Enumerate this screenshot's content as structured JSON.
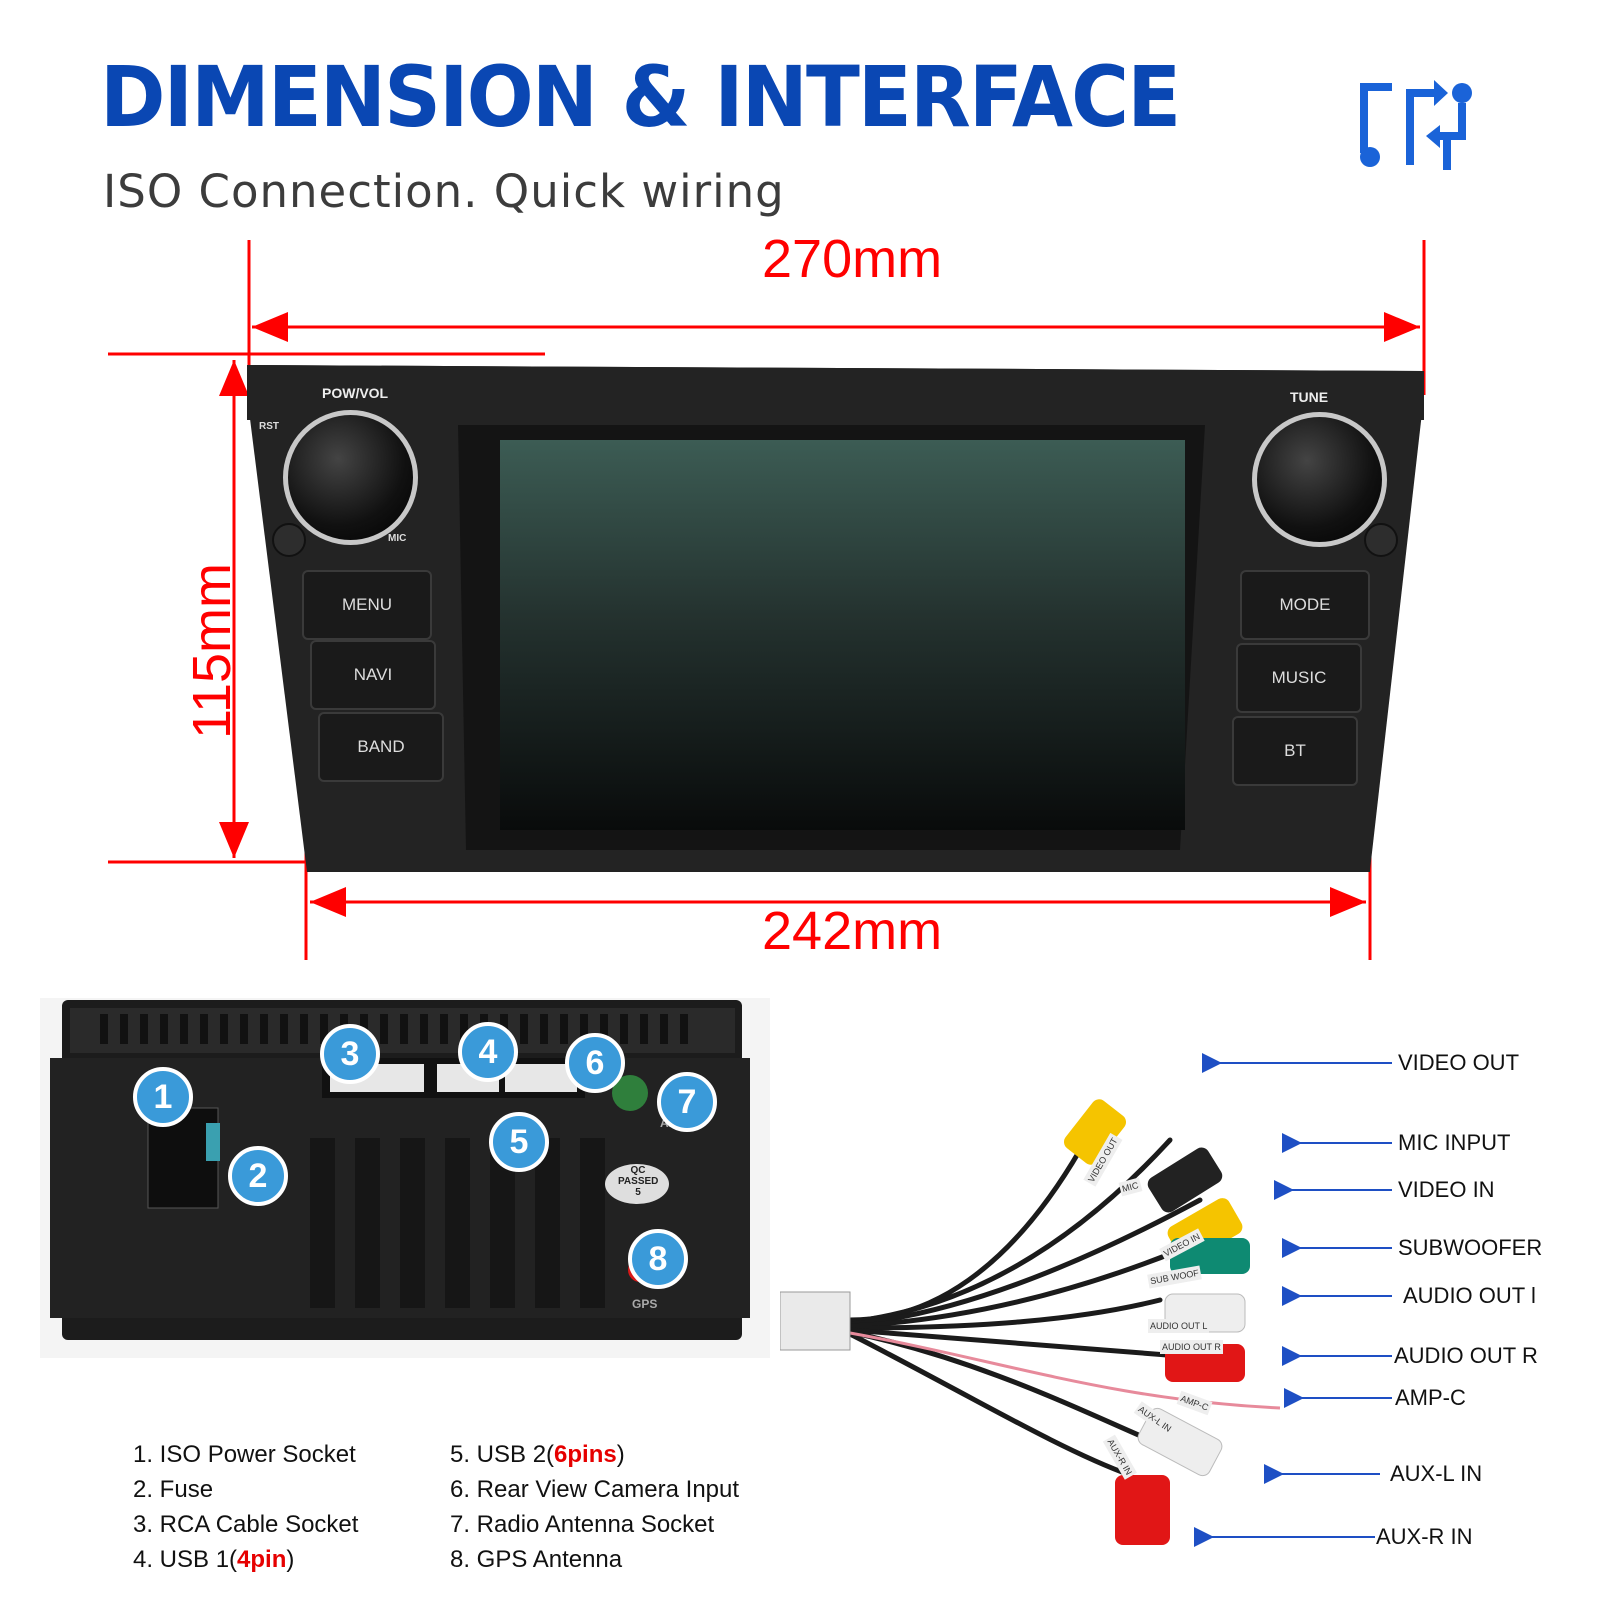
{
  "title": "DIMENSION & INTERFACE",
  "subtitle": "ISO Connection. Quick wiring",
  "dimensions": {
    "top_width": "270mm",
    "bottom_width": "242mm",
    "height": "115mm"
  },
  "front_panel": {
    "pow_vol": "POW/VOL",
    "rst": "RST",
    "mic": "MIC",
    "tune": "TUNE",
    "left_buttons": [
      "MENU",
      "NAVI",
      "BAND"
    ],
    "right_buttons": [
      "MODE",
      "MUSIC",
      "BT"
    ]
  },
  "rear_panel": {
    "badges": [
      "1",
      "2",
      "3",
      "4",
      "5",
      "6",
      "7",
      "8"
    ],
    "qc_sticker": {
      "line1": "QC",
      "line2": "PASSED",
      "line3": "5"
    },
    "ant_label": "ANT",
    "gps_label": "GPS"
  },
  "legend": {
    "col1": [
      {
        "text": "1. ISO Power Socket",
        "highlight": "",
        "suffix": ""
      },
      {
        "text": "2. Fuse",
        "highlight": "",
        "suffix": ""
      },
      {
        "text": "3. RCA Cable Socket",
        "highlight": "",
        "suffix": ""
      },
      {
        "text": "4. USB 1(",
        "highlight": "4pin",
        "suffix": ")"
      }
    ],
    "col2": [
      {
        "text": "5. USB 2(",
        "highlight": "6pins",
        "suffix": ")"
      },
      {
        "text": "6. Rear View Camera Input",
        "highlight": "",
        "suffix": ""
      },
      {
        "text": "7. Radio Antenna Socket",
        "highlight": "",
        "suffix": ""
      },
      {
        "text": "8. GPS Antenna",
        "highlight": "",
        "suffix": ""
      }
    ]
  },
  "cable_labels": [
    "VIDEO OUT",
    "MIC INPUT",
    "VIDEO IN",
    "SUBWOOFER",
    "AUDIO OUT l",
    "AUDIO OUT R",
    "AMP-C",
    "AUX-L IN",
    "AUX-R IN"
  ],
  "cable_tags": [
    "VIDEO OUT",
    "MIC",
    "VIDEO IN",
    "SUB WOOF",
    "AUDIO OUT L",
    "AUDIO OUT R",
    "AMP-C",
    "AUX-L IN",
    "AUX-R IN"
  ],
  "colors": {
    "title_blue": "#0a47b3",
    "dimension_red": "#ff0000",
    "badge_blue": "#3a9ad9",
    "arrow_blue": "#1e4fc4"
  },
  "icons": [
    "interface-switch-icon"
  ]
}
